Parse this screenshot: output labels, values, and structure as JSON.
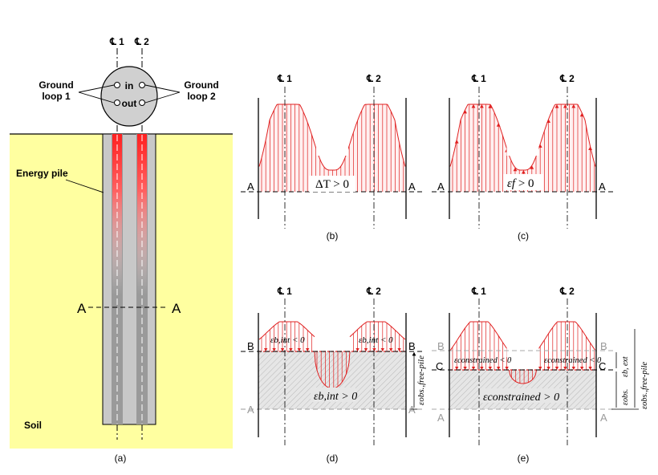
{
  "colors": {
    "soil": "#ffffa0",
    "pile": "#c8c8c8",
    "pile_dark": "#8c8c8c",
    "red": "#e02020",
    "hatch_fill": "#e4e4e4",
    "gray_text": "#9a9a9a"
  },
  "panel_a": {
    "cl1": "℄ 1",
    "cl2": "℄ 2",
    "in_label": "in",
    "out_label": "out",
    "ground_loop_1": [
      "Ground",
      "loop 1"
    ],
    "ground_loop_2": [
      "Ground",
      "loop 2"
    ],
    "energy_pile": "Energy pile",
    "section_a_left": "A",
    "section_a_right": "A",
    "soil": "Soil",
    "caption": "(a)"
  },
  "panel_b": {
    "cl1": "℄ 1",
    "cl2": "℄ 2",
    "label_left": "A",
    "label_right": "A",
    "annotation": "ΔT > 0",
    "caption": "(b)"
  },
  "panel_c": {
    "cl1": "℄ 1",
    "cl2": "℄ 2",
    "label_left": "A",
    "label_right": "A",
    "annotation_sym": "εf",
    "annotation_rest": " > 0",
    "caption": "(c)"
  },
  "panel_d": {
    "cl1": "℄ 1",
    "cl2": "℄ 2",
    "label_b_left": "B",
    "label_b_right": "B",
    "label_a_left": "A",
    "label_a_right": "A",
    "eps_int_neg_left": "εb,int < 0",
    "eps_int_neg_right": "εb,int < 0",
    "eps_int_pos": "εb,int > 0",
    "side_label": "εobs.,free-pile",
    "caption": "(d)"
  },
  "panel_e": {
    "cl1": "℄ 1",
    "cl2": "℄ 2",
    "label_b_left": "B",
    "label_b_right": "B",
    "label_c_left": "C",
    "label_c_right": "C",
    "label_a_left": "A",
    "label_a_right": "A",
    "eps_con_neg_left": "εconstrained < 0",
    "eps_con_neg_right": "εconstrained < 0",
    "eps_con_pos": "εconstrained > 0",
    "side_label_ext": "εb, ext",
    "side_label_obs": "εobs.",
    "side_label_free": "εobs.,free-pile",
    "caption": "(e)"
  }
}
